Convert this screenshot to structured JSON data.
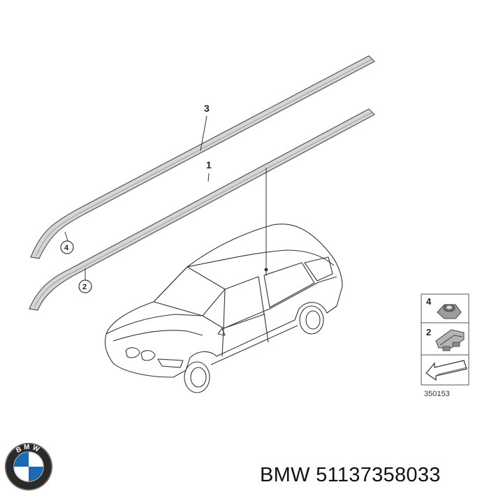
{
  "callouts": {
    "rail_upper": "3",
    "rail_lower": "1",
    "clip_upper": "4",
    "clip_lower": "2"
  },
  "legend": {
    "item_nut": "4",
    "item_clip": "2",
    "reference": "350153"
  },
  "caption": {
    "brand": "BMW",
    "part_number": "51137358033"
  },
  "logo": {
    "lettering": "BMW",
    "blue": "#1c69b4",
    "ring": "#2a2a2a"
  }
}
